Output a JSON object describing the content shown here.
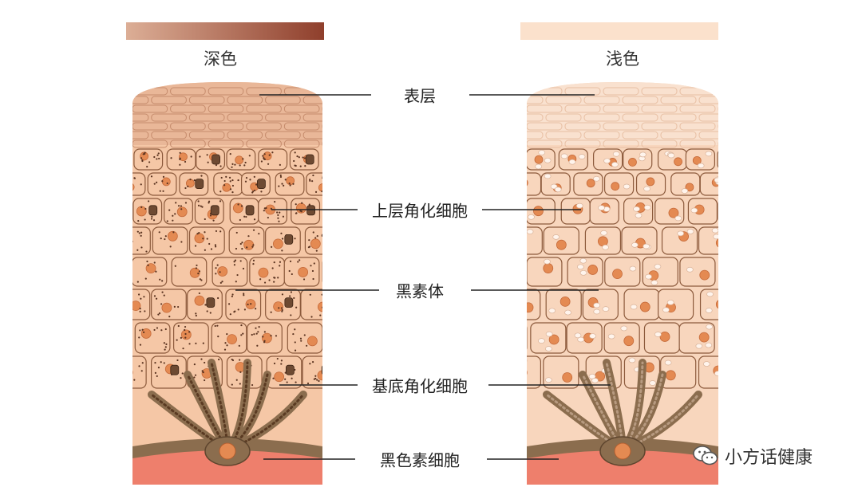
{
  "headings": {
    "dark": "深色",
    "light": "浅色"
  },
  "labels": {
    "epidermis": "表层",
    "upper_keratinocyte": "上层角化细胞",
    "melanosome": "黑素体",
    "basal_keratinocyte": "基底角化细胞",
    "melanocyte": "黑色素细胞"
  },
  "watermark": {
    "text": "小方话健康",
    "icon": "wechat-icon"
  },
  "colors": {
    "dark_gradient_start": "#dcae96",
    "dark_gradient_end": "#8f3f2c",
    "light_swatch": "#fbe1cc",
    "dark_cell_fill": "#f5c7a6",
    "light_cell_fill": "#f8d6bd",
    "cell_outline": "#8c5a3c",
    "nucleus": "#e48a52",
    "melanocyte": "#8b6d4e",
    "dermis": "#ee7f6c"
  }
}
